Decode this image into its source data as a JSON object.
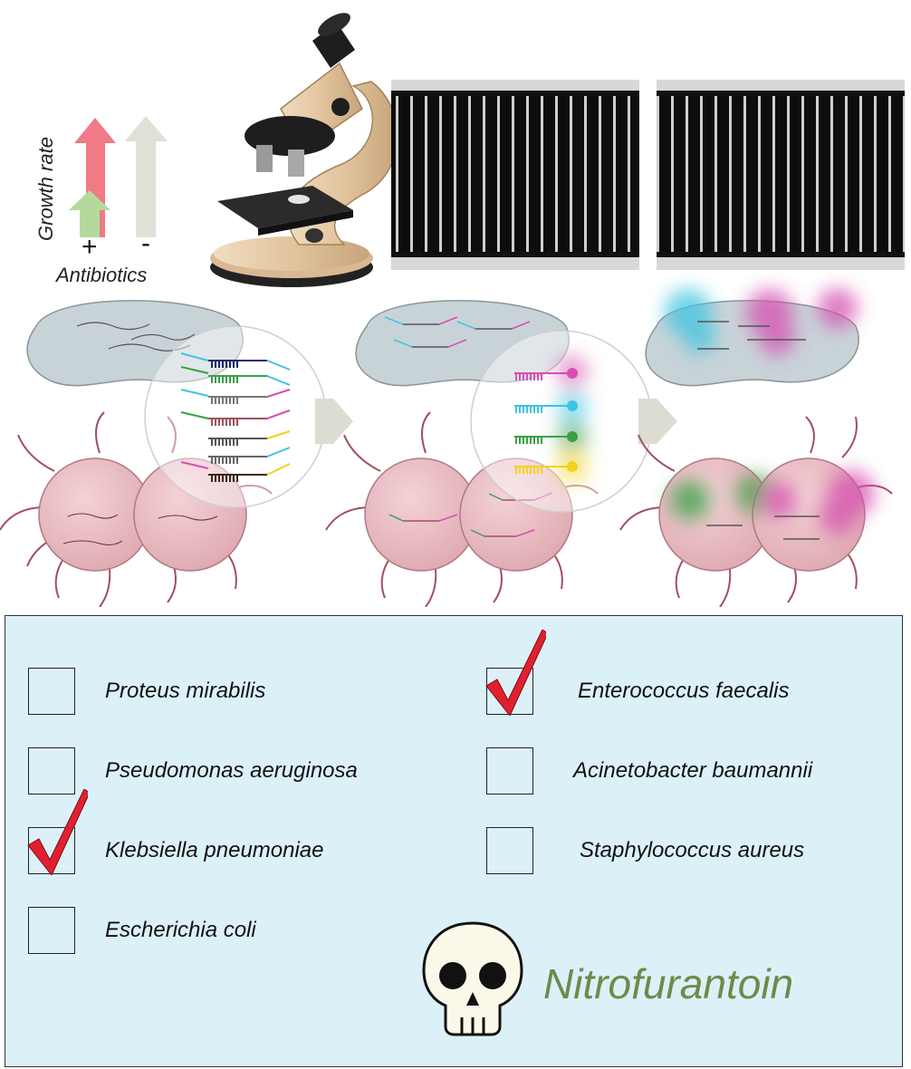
{
  "axis_labels": {
    "growth_rate": "Growth rate",
    "antibiotics": "Antibiotics",
    "plus": "+",
    "minus": "-"
  },
  "species": [
    {
      "name": "Proteus mirabilis",
      "checked": false
    },
    {
      "name": "Pseudomonas aeruginosa",
      "checked": false
    },
    {
      "name": "Klebsiella pneumoniae",
      "checked": true
    },
    {
      "name": "Escherichia coli",
      "checked": false
    },
    {
      "name": "Enterococcus faecalis",
      "checked": true
    },
    {
      "name": "Acinetobacter baumannii",
      "checked": false
    },
    {
      "name": "Staphylococcus aureus",
      "checked": false
    }
  ],
  "drug": "Nitrofurantoin",
  "colors": {
    "panel_background": "#dcf0f8",
    "drug_text": "#6e8a4b",
    "checkmark": "#e0202e",
    "growth_arrow_red": "#f07a86",
    "growth_arrow_green": "#b5d99c",
    "growth_arrow_grey": "#e1e0d6",
    "cell_fill": "#e9bcc2",
    "probe_magenta": "#d64fb0",
    "probe_cyan": "#3ec4e0",
    "probe_green": "#3aa046",
    "probe_yellow": "#f2d21c"
  }
}
